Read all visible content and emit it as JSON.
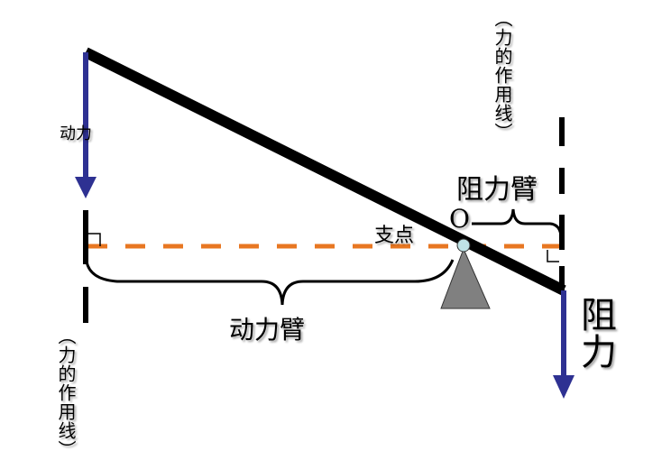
{
  "diagram": {
    "type": "lever",
    "labels": {
      "effort_force": "动力",
      "resistance_force": "阻力",
      "effort_arm": "动力臂",
      "resistance_arm": "阻力臂",
      "fulcrum": "支点",
      "fulcrum_point": "O",
      "line_of_action_top": "（力的作用线）",
      "line_of_action_bottom": "（力的作用线）"
    },
    "colors": {
      "lever": "#000000",
      "force_arrow": "#2e3192",
      "dashed_line": "#e87722",
      "fulcrum_base": "#808080",
      "fulcrum_pivot": "#bfe3e6"
    }
  }
}
